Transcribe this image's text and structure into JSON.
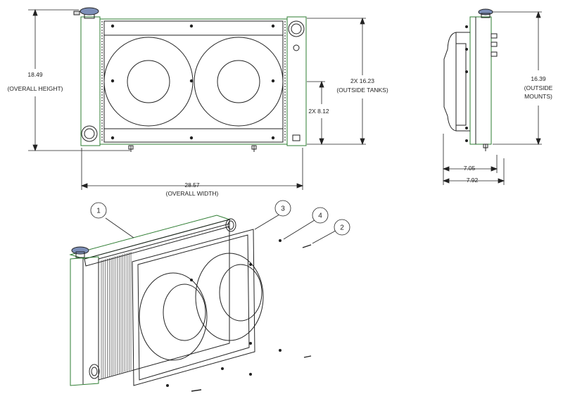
{
  "front_view": {
    "overall_height": {
      "value": "18.49",
      "caption": "(OVERALL HEIGHT)"
    },
    "outside_tanks": {
      "value": "2X 16.23",
      "caption": "(OUTSIDE TANKS)"
    },
    "tank_offset": {
      "value": "2X 8.12"
    },
    "overall_width": {
      "value": "28.57",
      "caption": "(OVERALL WIDTH)"
    }
  },
  "side_view": {
    "outside_mounts": {
      "value": "16.39",
      "caption_line1": "(OUTSIDE",
      "caption_line2": "MOUNTS)"
    },
    "depth_inner": {
      "value": "7.05"
    },
    "depth_outer": {
      "value": "7.92"
    }
  },
  "isometric_view": {
    "balloons": [
      {
        "number": "1"
      },
      {
        "number": "2"
      },
      {
        "number": "3"
      },
      {
        "number": "4"
      }
    ]
  },
  "colors": {
    "outline": "#222222",
    "body_highlight": "#2e7d32",
    "cap": "#7d8fb8",
    "background": "#ffffff"
  }
}
